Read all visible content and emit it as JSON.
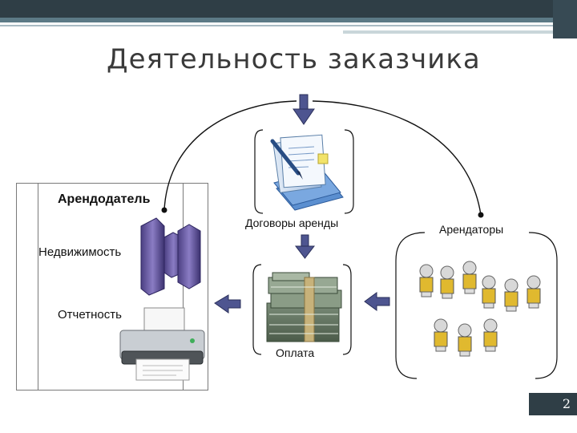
{
  "title": "Деятельность заказчика",
  "landlord": {
    "label": "Арендодатель",
    "property_label": "Недвижимость",
    "reports_label": "Отчетность"
  },
  "contracts_label": "Договоры аренды",
  "tenants_label": "Арендаторы",
  "payment_label": "Оплата",
  "slide_number": "2",
  "colors": {
    "header_dark": "#2f3e46",
    "arrow_fill": "#4e5590",
    "buildings": "#6a5a9e"
  },
  "icons": [
    "documents-icon",
    "buildings-icon",
    "printer-icon",
    "money-stack-icon",
    "people-group-icon"
  ]
}
